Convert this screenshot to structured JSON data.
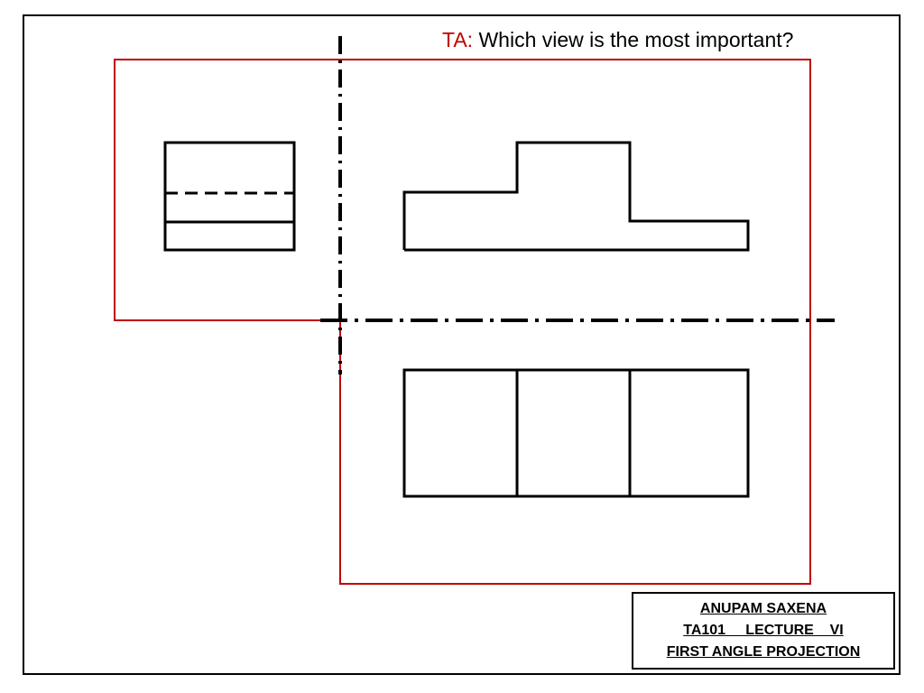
{
  "question": {
    "prefix": "TA:",
    "text": " Which view is the most important?"
  },
  "title_block": {
    "author": "ANUPAM SAXENA",
    "course": "TA101     LECTURE    VI",
    "topic": "FIRST ANGLE PROJECTION"
  },
  "colors": {
    "region_outline": "#c00000",
    "object_line": "#000000",
    "question_prefix": "#c00000"
  }
}
